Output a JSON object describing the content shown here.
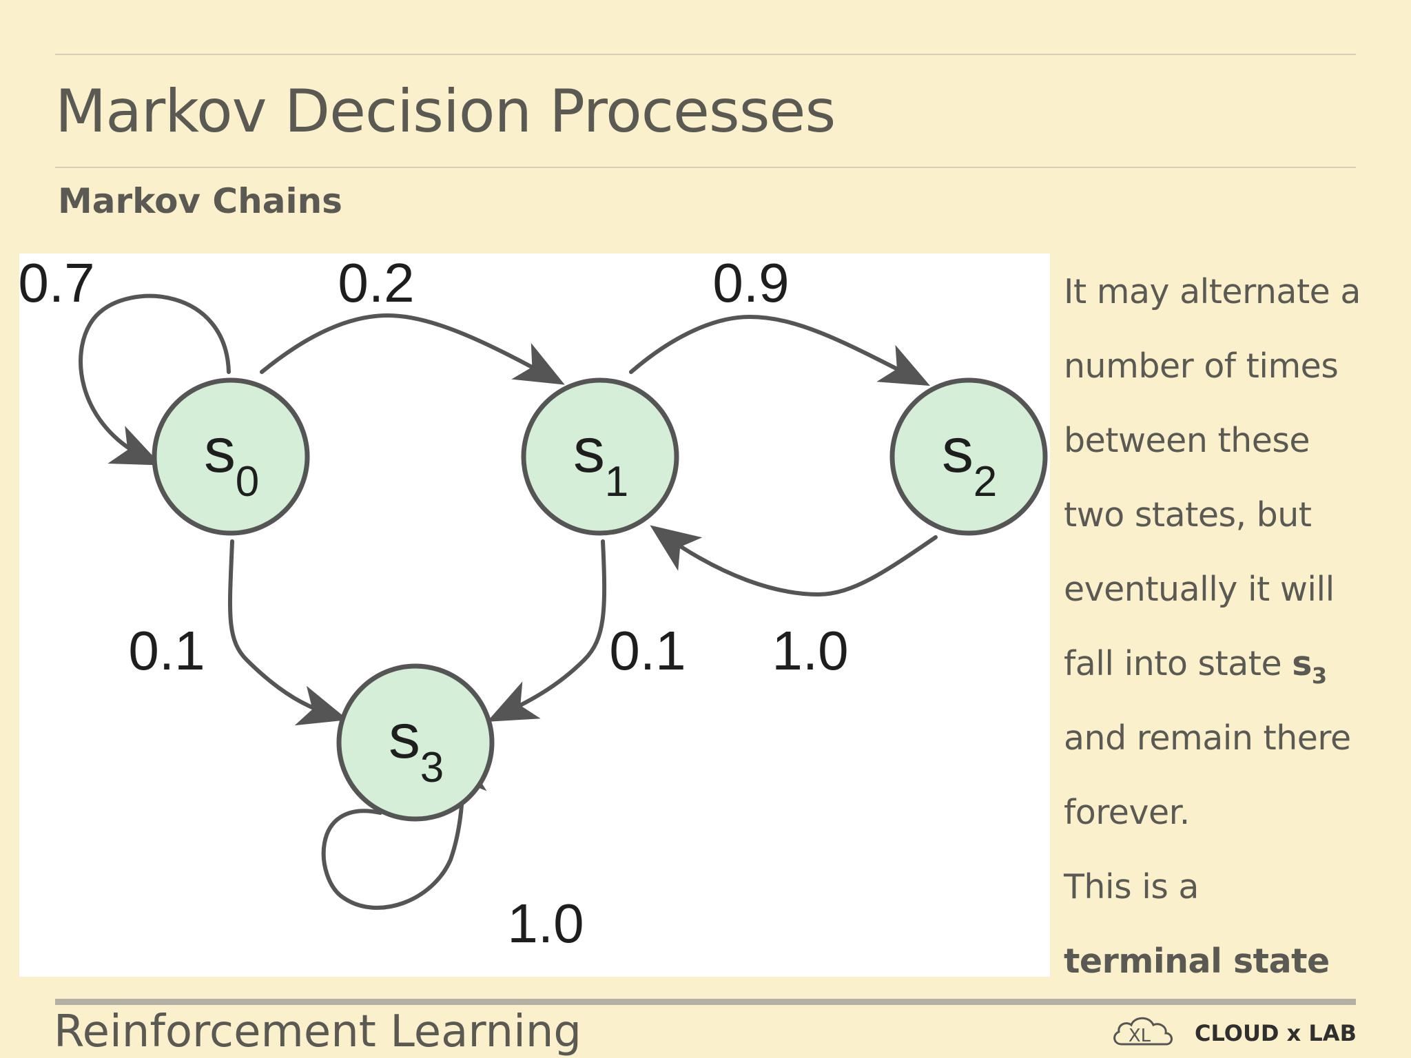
{
  "slide": {
    "title": "Markov Decision Processes",
    "subtitle": "Markov Chains",
    "footer": "Reinforcement Learning",
    "logo_text": "CLOUD x LAB",
    "logo_icon": "cloud-xl-logo-icon"
  },
  "diagram": {
    "node_fill": "#d4eed8",
    "node_stroke": "#555555",
    "nodes": [
      {
        "id": "s0",
        "letter": "s",
        "index": "0"
      },
      {
        "id": "s1",
        "letter": "s",
        "index": "1"
      },
      {
        "id": "s2",
        "letter": "s",
        "index": "2"
      },
      {
        "id": "s3",
        "letter": "s",
        "index": "3"
      }
    ],
    "edges": [
      {
        "from": "s0",
        "to": "s0",
        "label": "0.7"
      },
      {
        "from": "s0",
        "to": "s1",
        "label": "0.2"
      },
      {
        "from": "s1",
        "to": "s2",
        "label": "0.9"
      },
      {
        "from": "s2",
        "to": "s1",
        "label": "1.0"
      },
      {
        "from": "s0",
        "to": "s3",
        "label": "0.1"
      },
      {
        "from": "s1",
        "to": "s3",
        "label": "0.1"
      },
      {
        "from": "s3",
        "to": "s3",
        "label": "1.0"
      }
    ]
  },
  "side_text": {
    "line1": "It may alternate a",
    "line2": "number of times",
    "line3": "between these",
    "line4": "two states, but",
    "line5": "eventually it will",
    "line6_prefix": "fall into state ",
    "line6_state": "s",
    "line6_state_index": "3",
    "line7": "and remain there",
    "line8": "forever.",
    "line9": "This is a",
    "line10": "terminal state"
  }
}
